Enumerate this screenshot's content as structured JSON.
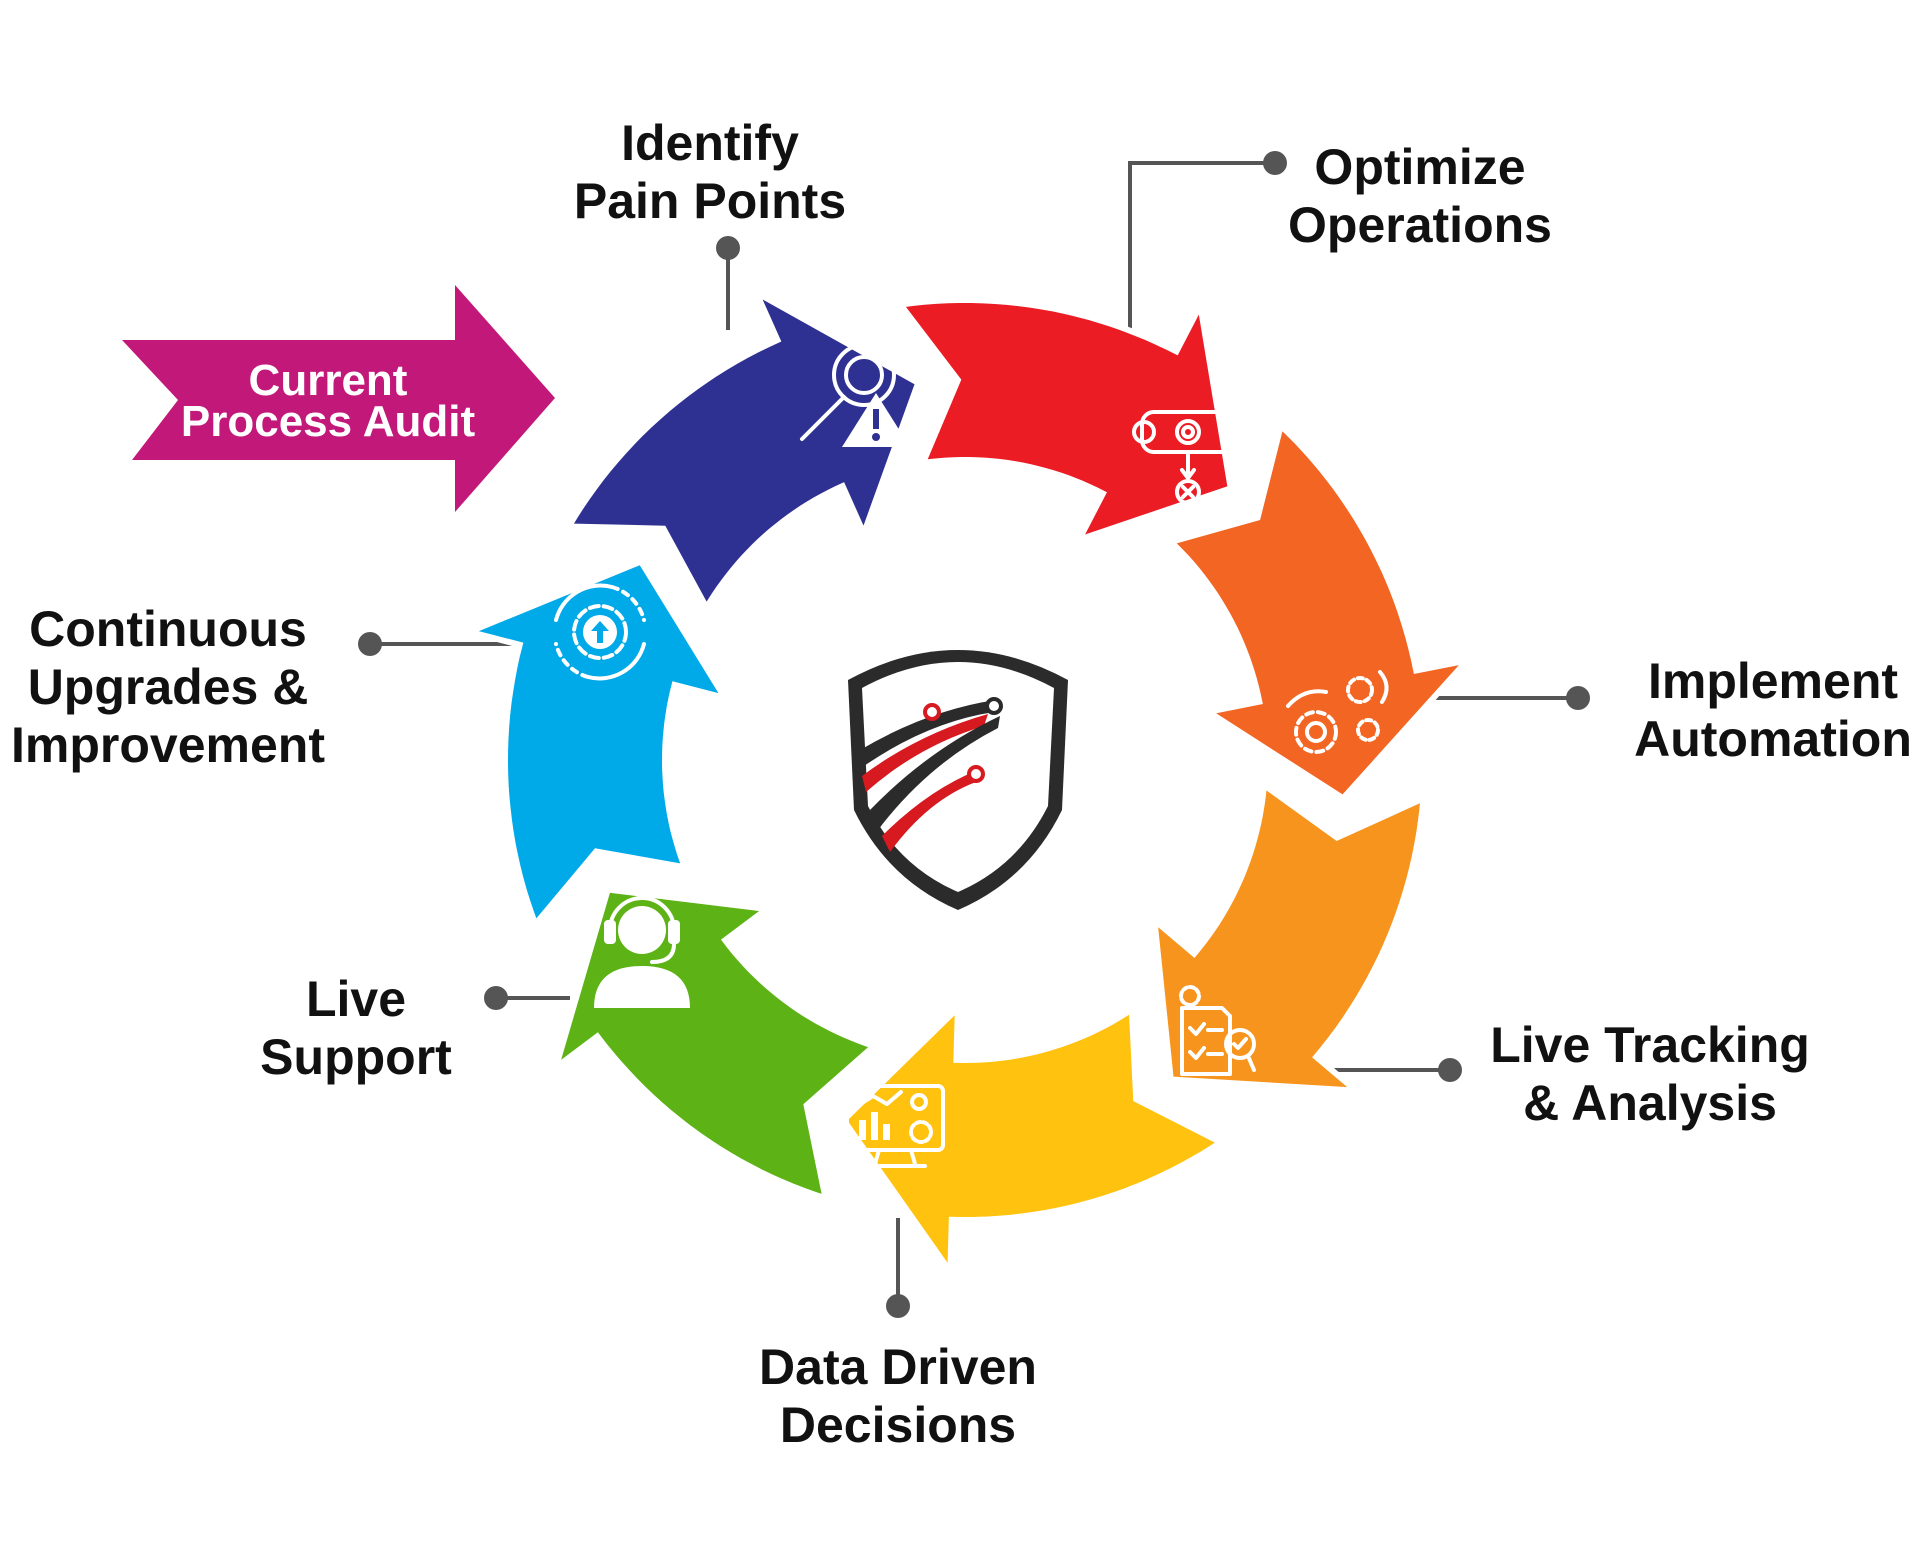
{
  "diagram": {
    "type": "process-cycle",
    "start": {
      "lines": [
        "Current",
        "Process Audit"
      ],
      "color": "#c2187a"
    },
    "steps": [
      {
        "id": "identify",
        "lines": [
          "Identify",
          "Pain Points"
        ],
        "color": "#2e3192",
        "icon": "magnifier-warning-icon"
      },
      {
        "id": "optimize",
        "lines": [
          "Optimize",
          "Operations"
        ],
        "color": "#ec1c24",
        "icon": "workflow-gear-icon"
      },
      {
        "id": "implement",
        "lines": [
          "Implement",
          "Automation"
        ],
        "color": "#f26522",
        "icon": "gears-icon"
      },
      {
        "id": "tracking",
        "lines": [
          "Live Tracking",
          "& Analysis"
        ],
        "color": "#f7941d",
        "icon": "checklist-search-icon"
      },
      {
        "id": "data",
        "lines": [
          "Data Driven",
          "Decisions"
        ],
        "color": "#ffc20e",
        "icon": "monitor-chart-icon"
      },
      {
        "id": "support",
        "lines": [
          "Live",
          "Support"
        ],
        "color": "#5db315",
        "icon": "headset-agent-icon"
      },
      {
        "id": "upgrades",
        "lines": [
          "Continuous",
          "Upgrades &",
          "Improvement"
        ],
        "color": "#00a9e8",
        "icon": "gear-cycle-upload-icon"
      }
    ],
    "center": {
      "icon": "shield-logo-icon",
      "colors": [
        "#2b2b2b",
        "#d71920"
      ]
    },
    "leader_color": "#555555"
  }
}
